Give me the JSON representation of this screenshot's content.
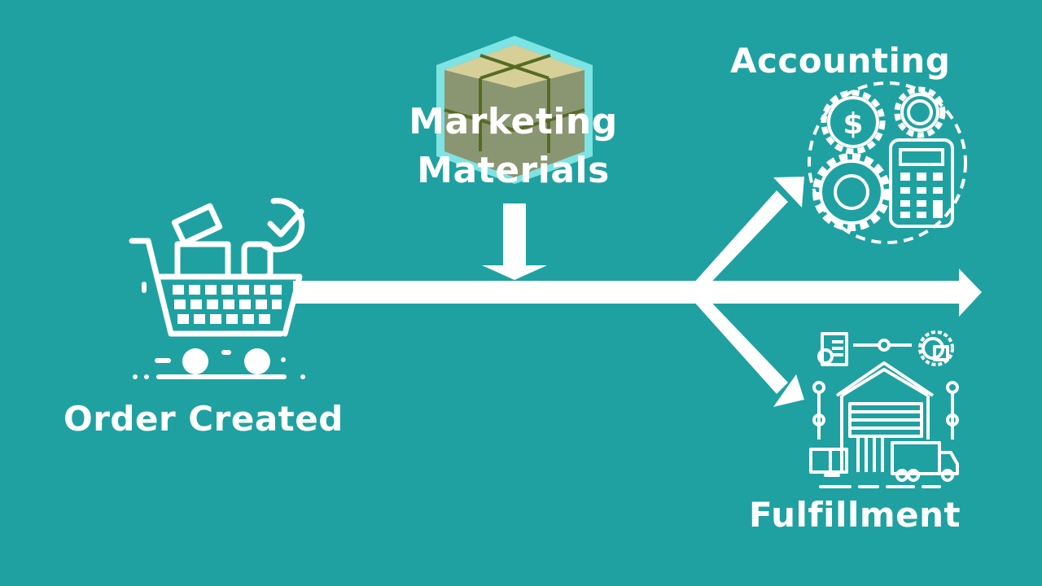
{
  "diagram": {
    "background_color": "#1fa1a1",
    "foreground_color": "#ffffff",
    "nodes": [
      {
        "id": "order",
        "label": "Order Created",
        "icon": "shopping-cart-icon"
      },
      {
        "id": "marketing",
        "label": "Marketing Materials",
        "icon": "package-box-icon"
      },
      {
        "id": "accounting",
        "label": "Accounting",
        "icon": "gears-calculator-icon"
      },
      {
        "id": "fulfillment",
        "label": "Fulfillment",
        "icon": "warehouse-truck-icon"
      }
    ],
    "edges": [
      {
        "from": "marketing",
        "to": "order-flow-line",
        "direction": "down"
      },
      {
        "from": "order",
        "to": "accounting",
        "direction": "up-right"
      },
      {
        "from": "order",
        "to": "fulfillment",
        "direction": "down-right"
      },
      {
        "from": "order",
        "to": "continue",
        "direction": "right"
      }
    ],
    "box_colors": {
      "hexagon": "#7de3e3",
      "box_top": "#d6cf98",
      "box_side": "#8a9672",
      "tape": "#556b24"
    }
  }
}
